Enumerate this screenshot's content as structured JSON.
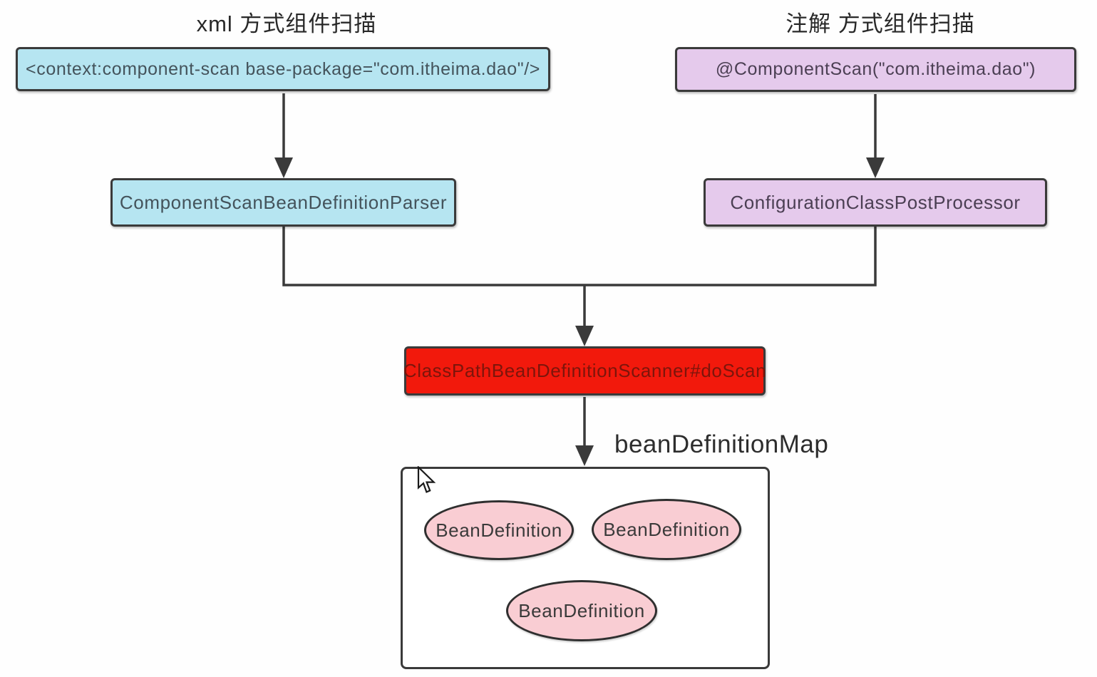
{
  "titles": {
    "xml": "xml 方式组件扫描",
    "annotation": "注解 方式组件扫描"
  },
  "nodes": {
    "xml_config": "<context:component-scan base-package=\"com.itheima.dao\"/>",
    "annotation_config": "@ComponentScan(\"com.itheima.dao\")",
    "xml_parser": "ComponentScanBeanDefinitionParser",
    "annotation_processor": "ConfigurationClassPostProcessor",
    "scanner": "ClassPathBeanDefinitionScanner#doScan",
    "map_title": "beanDefinitionMap",
    "bean_definitions": [
      "BeanDefinition",
      "BeanDefinition",
      "BeanDefinition"
    ]
  },
  "colors": {
    "xml_fill": "#b6e5f1",
    "annotation_fill": "#e5caec",
    "scanner_fill": "#f2190c",
    "scanner_text": "#7d150b",
    "bean_fill": "#f9cdd3",
    "map_box_fill": "#ffffff",
    "border": "#3a3a3a",
    "arrow": "#3a3a3a",
    "background": "#fefefe"
  }
}
